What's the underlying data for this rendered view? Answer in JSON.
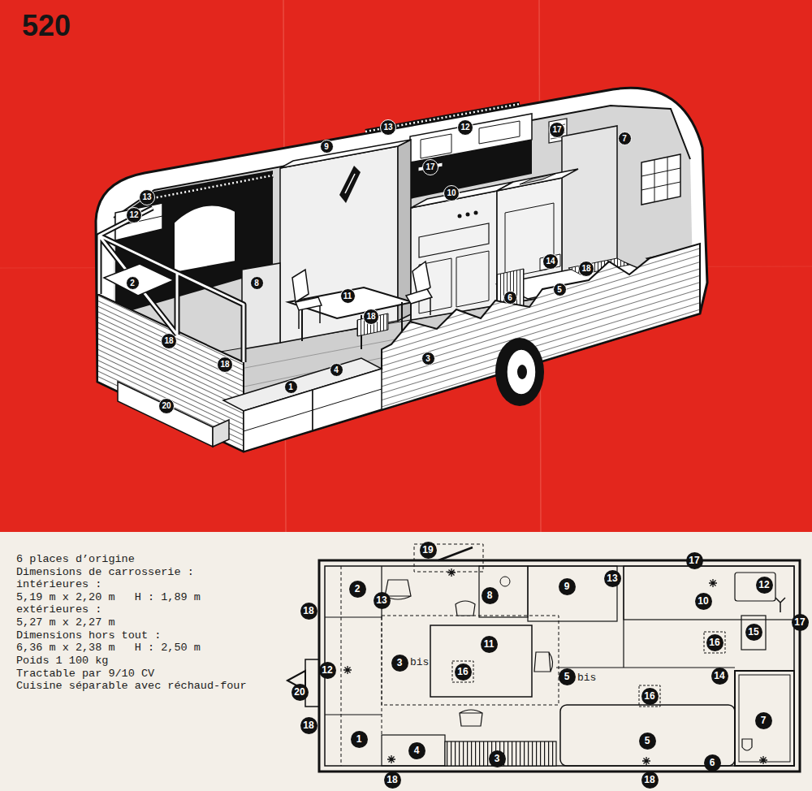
{
  "diagram": {
    "title": "520",
    "labels": [
      "17",
      "7",
      "13",
      "12",
      "9",
      "17",
      "13",
      "12",
      "10",
      "2",
      "8",
      "11",
      "14",
      "18",
      "5",
      "6",
      "18",
      "18",
      "18",
      "3",
      "4",
      "1",
      "20",
      "6 places d’origine",
      "Dimensions de carrosserie :",
      "intérieures :",
      "5,19 m x 2,20 m   H : 1,89 m",
      "extérieures :",
      "5,27 m x 2,27 m",
      "Dimensions hors tout :",
      "6,36 m x 2,38 m   H : 2,50 m",
      "Poids 1 100 kg",
      "Tractable par 9/10 CV",
      "Cuisine séparable avec réchaud-four",
      "19",
      "17",
      "13",
      "12",
      "9",
      "2",
      "8",
      "13",
      "10",
      "18",
      "17",
      "15",
      "16",
      "11",
      "3",
      "bis",
      "12",
      "16",
      "5",
      "bis",
      "14",
      "20",
      "16",
      "7",
      "18",
      "1",
      "4",
      "5",
      "3",
      "6",
      "18",
      "18"
    ]
  }
}
